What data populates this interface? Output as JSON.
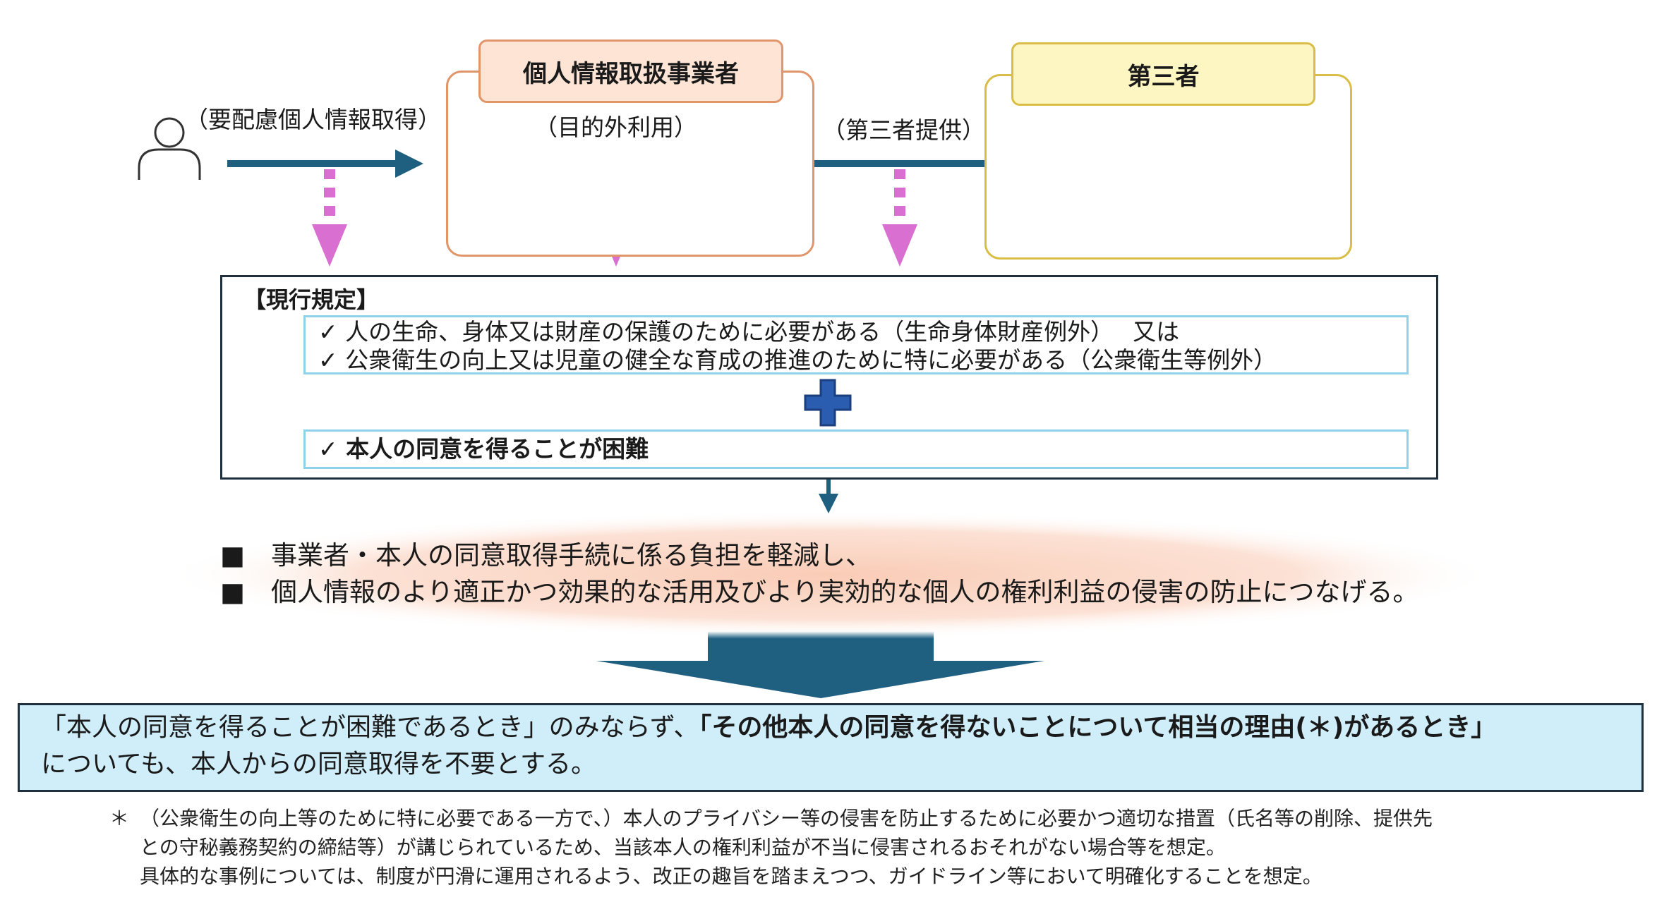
{
  "flow": {
    "acquire_label": "（要配慮個人情報取得）",
    "purpose_label": "（目的外利用）",
    "third_provide_label": "（第三者提供）"
  },
  "entities": {
    "business": "個人情報取扱事業者",
    "third_party": "第三者"
  },
  "rule": {
    "heading": "【現行規定】",
    "conditions": [
      "✓ 人の生命、身体又は財産の保護のために必要がある（生命身体財産例外）　 又は",
      "✓ 公衆衛生の向上又は児童の健全な育成の推進のために特に必要がある（公衆衛生等例外）"
    ],
    "consent_condition": "✓ 本人の同意を得ることが困難"
  },
  "goals": {
    "bullet": "■",
    "items": [
      "事業者・本人の同意取得手続に係る負担を軽減し、",
      "個人情報のより適正かつ効果的な活用及びより実効的な個人の権利利益の侵害の防止につなげる。"
    ]
  },
  "result": {
    "part1": "「本人の同意を得ることが困難であるとき」のみならず、",
    "part2_bold": "「その他本人の同意を得ないことについて相当の理由(＊)があるとき」",
    "part3": "についても、本人からの同意取得を不要とする。"
  },
  "footnote": {
    "mark": "＊",
    "lines": [
      "（公衆衛生の向上等のために特に必要である一方で、）本人のプライバシー等の侵害を防止するために必要かつ適切な措置（氏名等の削除、提供先",
      "との守秘義務契約の締結等）が講じられているため、当該本人の権利利益が不当に侵害されるおそれがない場合等を想定。",
      "具体的な事例については、制度が円滑に運用されるよう、改正の趣旨を踏まえつつ、ガイドライン等において明確化することを想定。"
    ]
  },
  "colors": {
    "arrow": "#1f5f80",
    "dashed_arrow": "#d96fd1",
    "business_border": "#e0956a",
    "third_border": "#d9bd47",
    "condition_border": "#8fd3ea",
    "result_fill": "#cfeefa"
  },
  "icons": [
    "person-icon",
    "database-icon",
    "analysis-monitor-icon",
    "database-icon",
    "plus-icon"
  ]
}
